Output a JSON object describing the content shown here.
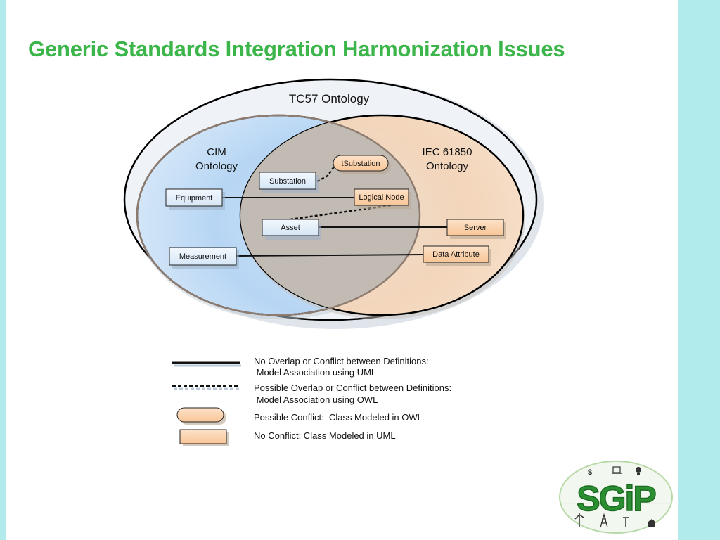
{
  "slide": {
    "title": "Generic Standards Integration Harmonization Issues"
  },
  "diagram": {
    "outer_label": "TC57 Ontology",
    "cim_label_line1": "CIM",
    "cim_label_line2": "Ontology",
    "iec_label_line1": "IEC 61850",
    "iec_label_line2": "Ontology",
    "nodes": {
      "equipment": "Equipment",
      "substation": "Substation",
      "asset": "Asset",
      "measurement": "Measurement",
      "tsubstation": "tSubstation",
      "logical_node": "Logical Node",
      "server": "Server",
      "data_attribute": "Data Attribute"
    },
    "colors": {
      "cim_fill": "#a9cdf2",
      "iec_fill": "#f3cfae",
      "conflict_fill": "#f9c89c",
      "title_green": "#3cb54a"
    }
  },
  "legend": {
    "solid_line_1": "No Overlap or Conflict between Definitions:",
    "solid_line_2": " Model Association using UML",
    "dashed_line_1": "Possible Overlap or Conflict between Definitions:",
    "dashed_line_2": " Model Association using OWL",
    "rounded_box": "Possible Conflict:  Class Modeled in OWL",
    "square_box": "No Conflict: Class Modeled in UML"
  },
  "logo": {
    "text": "SGiP"
  }
}
